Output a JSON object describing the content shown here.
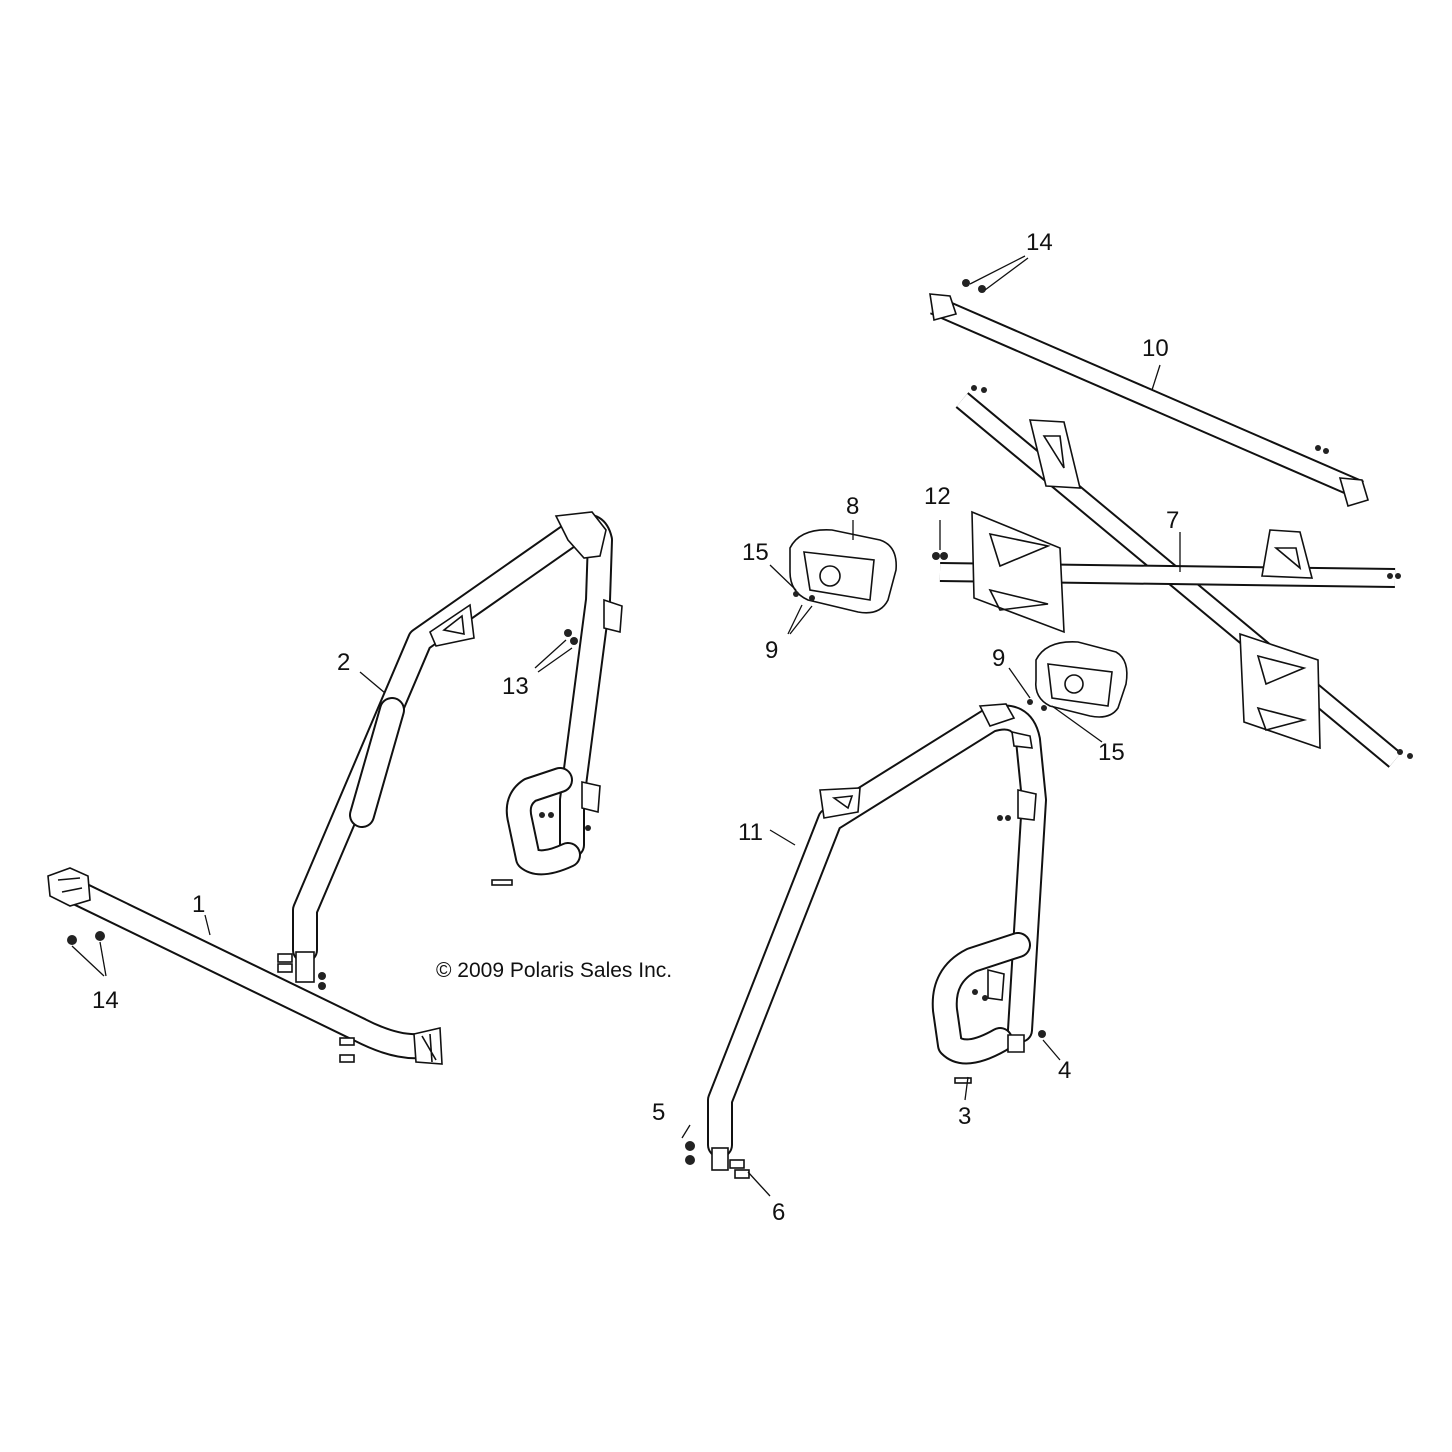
{
  "copyright": "© 2009 Polaris Sales Inc.",
  "callouts": {
    "c1": "1",
    "c2": "2",
    "c3": "3",
    "c4": "4",
    "c5": "5",
    "c6": "6",
    "c7": "7",
    "c8": "8",
    "c9a": "9",
    "c9b": "9",
    "c10": "10",
    "c11": "11",
    "c12": "12",
    "c13": "13",
    "c14a": "14",
    "c14b": "14",
    "c15a": "15",
    "c15b": "15"
  }
}
